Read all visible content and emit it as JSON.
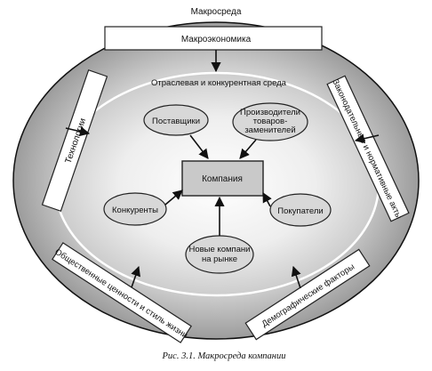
{
  "macro_title": "Макросреда",
  "industry_title": "Отраслевая и конкурентная среда",
  "outer_factors": {
    "economy": "Макроэкономика",
    "technology": "Технологии",
    "law": "Законодательные и нормативные акты",
    "social": "Общественные ценности и стиль жизни",
    "demography": "Демографические факторы"
  },
  "inner_actors": {
    "suppliers": "Поставщики",
    "substitutes_line1": "Производители",
    "substitutes_line2": "товаров-",
    "substitutes_line3": "заменителей",
    "competitors": "Конкуренты",
    "buyers": "Покупатели",
    "newcomers_line1": "Новые компани",
    "newcomers_line2": "на рынке"
  },
  "company": "Компания",
  "caption": "Рис. 3.1. Макросреда компании"
}
